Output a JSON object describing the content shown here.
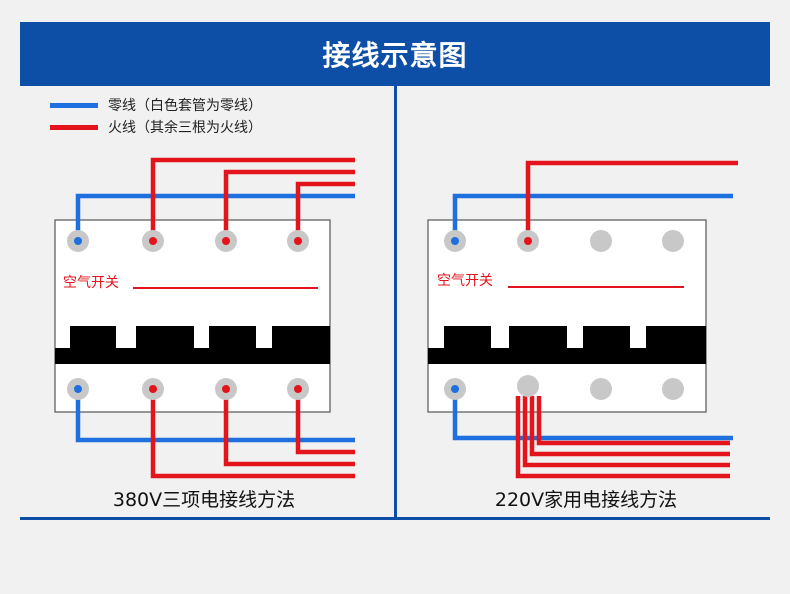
{
  "title": "接线示意图",
  "colors": {
    "banner": "#0d4ea6",
    "neutral": "#1e6fe0",
    "live": "#e3141b",
    "breaker_body": "#ffffff",
    "terminal": "#c8c8c8",
    "toggle": "#000000",
    "label_text": "#e3141b"
  },
  "legend": [
    {
      "color": "#1e6fe0",
      "text": "零线（白色套管为零线）"
    },
    {
      "color": "#e3141b",
      "text": "火线（其余三根为火线）"
    }
  ],
  "breaker_label": "空气开关",
  "diagrams": [
    {
      "caption": "380V三项电接线方法"
    },
    {
      "caption": "220V家用电接线方法"
    }
  ]
}
